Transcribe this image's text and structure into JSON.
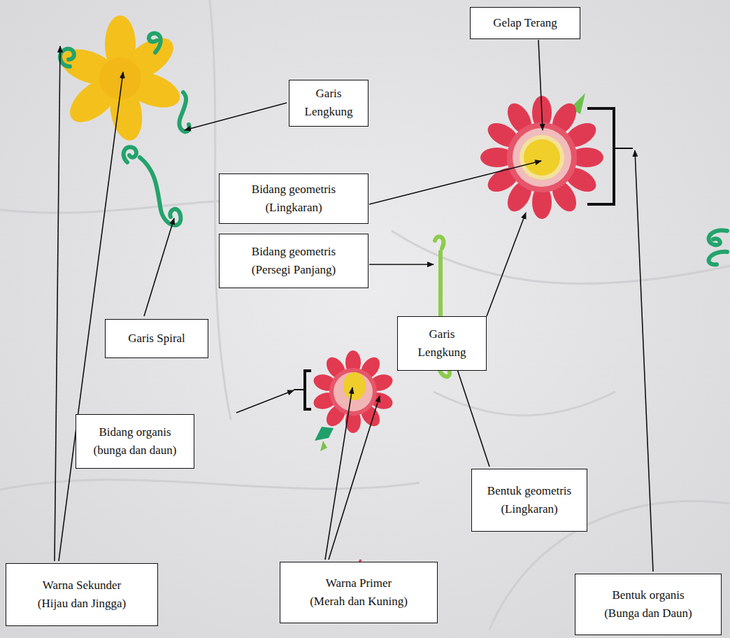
{
  "diagram": {
    "nodes": [
      {
        "text": [
          "Gelap Terang"
        ]
      },
      {
        "text": [
          "Garis Lengkung"
        ]
      },
      {
        "text": [
          "Bidang geometris (Lingkaran)"
        ]
      },
      {
        "text": [
          "Bidang geometris (Persegi Panjang)"
        ]
      },
      {
        "text": [
          "Garis Spiral"
        ]
      },
      {
        "text": [
          "Garis Lengkung"
        ]
      },
      {
        "text": [
          "Bidang organis (bunga dan daun)"
        ]
      },
      {
        "text": [
          "Bentuk geometris (Lingkaran)"
        ]
      },
      {
        "text": [
          "Warna Sekunder (Hijau dan Jingga)"
        ]
      },
      {
        "text": [
          "Warna Primer (Merah dan Kuning)"
        ]
      },
      {
        "text": [
          "Bentuk organis (Bunga dan Daun)"
        ]
      }
    ]
  }
}
